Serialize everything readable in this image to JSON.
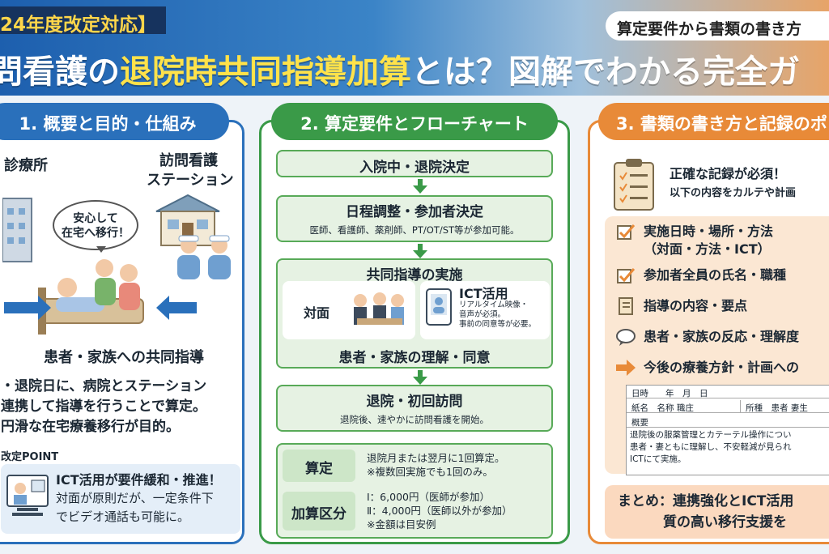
{
  "header": {
    "tag": "24年度改定対応】",
    "pill": "算定要件から書類の書き方",
    "title_pre": "問看護の",
    "title_hl": "退院時共同指導加算",
    "title_post": "とは？図解でわかる完全ガ"
  },
  "col1": {
    "heading": "1. 概要と目的・仕組み",
    "clinic_label": "診療所",
    "station_label_1": "訪問看護",
    "station_label_2": "ステーション",
    "bubble_1": "安心して",
    "bubble_2": "在宅へ移行！",
    "joint_label": "患者・家族への共同指導",
    "desc": [
      "・退院日に、病院とステーション",
      "連携して指導を行うことで算定。",
      "円滑な在宅療養移行が目的。"
    ],
    "point_title": "改定POINT",
    "point_lines": [
      "ICT活用が要件緩和・推進！",
      "対面が原則だが、一定条件下",
      "でビデオ通話も可能に。"
    ]
  },
  "col2": {
    "heading": "2. 算定要件とフローチャート",
    "step1": "入院中・退院決定",
    "step2": "日程調整・参加者決定",
    "step2_sub": "医師、看護師、薬剤師、PT/OT/ST等が参加可能。",
    "step3": "共同指導の実施",
    "face_label": "対面",
    "ict_label": "ICT活用",
    "ict_notes": [
      "リアルタイム映像・",
      "音声が必須。",
      "事前の同意等が必要。"
    ],
    "step3_footer": "患者・家族の理解・同意",
    "step4": "退院・初回訪問",
    "step4_sub": "退院後、速やかに訪問看護を開始。",
    "calc_label": "算定",
    "calc_lines": [
      "退院月または翌月に1回算定。",
      "※複数回実施でも1回のみ。"
    ],
    "kbn_label": "加算区分",
    "kbn_lines": [
      "Ⅰ：6,000円（医師が参加）",
      "Ⅱ：4,000円（医師以外が参加）",
      "※金額は目安例"
    ]
  },
  "col3": {
    "heading": "3. 書類の書き方と記録のポ",
    "record_1": "正確な記録が必須！",
    "record_2": "以下の内容をカルテや計画",
    "items": [
      {
        "icon": "checkbox-icon",
        "lines": [
          "実施日時・場所・方法",
          "（対面・方法・ICT）"
        ]
      },
      {
        "icon": "checkbox-icon",
        "lines": [
          "参加者全員の氏名・職種"
        ]
      },
      {
        "icon": "notebook-icon",
        "lines": [
          "指導の内容・要点"
        ]
      },
      {
        "icon": "speech-bubble-icon",
        "lines": [
          "患者・家族の反応・理解度"
        ]
      },
      {
        "icon": "arrow-right-icon",
        "lines": [
          "今後の療養方針・計画への"
        ]
      }
    ],
    "form": {
      "row_date": "日時　　年　月　日",
      "row_name": "紙名　名称 職庄",
      "row_role": "所種　患者 妻生",
      "row_summary": "概要",
      "body": [
        "退院後の服薬管理とカテーテル操作につい",
        "患者・妻ともに理解し、不安軽減が見られ",
        "ICTにて実施。"
      ]
    },
    "summary": [
      "まとめ：連携強化とICT活用",
      "質の高い移行支援を"
    ]
  },
  "colors": {
    "blue": "#2a70bb",
    "green": "#3a9a48",
    "orange": "#e88a38",
    "yellow": "#ffe24a"
  }
}
